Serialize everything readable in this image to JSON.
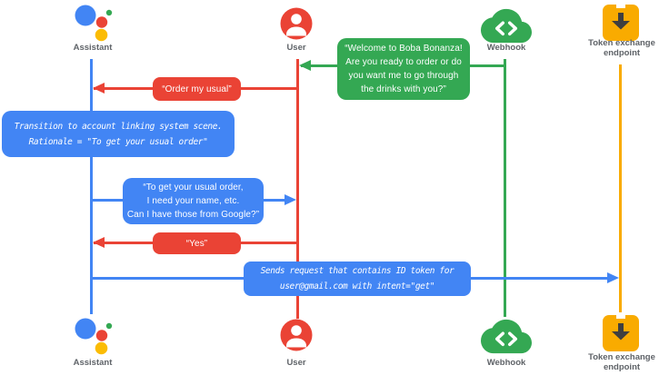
{
  "colors": {
    "blue": "#4285F4",
    "red": "#EA4335",
    "green": "#34A853",
    "yellow": "#F9AB00",
    "label_gray": "#5F6368"
  },
  "actors": {
    "assistant": {
      "label": "Assistant",
      "icon": "google-assistant-icon"
    },
    "user": {
      "label": "User",
      "icon": "user-icon"
    },
    "webhook": {
      "label": "Webhook",
      "icon": "cloud-code-icon"
    },
    "token": {
      "label_line1": "Token exchange",
      "label_line2": "endpoint",
      "icon": "token-endpoint-icon"
    }
  },
  "messages": {
    "welcome": {
      "from": "webhook",
      "to": "user",
      "color": "green",
      "lines": [
        "“Welcome to Boba Bonanza!",
        "Are you ready to order or do",
        "you want me to go through",
        "the drinks with you?”"
      ]
    },
    "order_usual": {
      "from": "user",
      "to": "assistant",
      "color": "red",
      "lines": [
        "“Order my usual”"
      ]
    },
    "transition_note": {
      "type": "note",
      "color": "blue",
      "lines": [
        "Transition to account linking system scene.",
        "Rationale = \"To get your usual order\""
      ]
    },
    "ask_details": {
      "from": "assistant",
      "to": "user",
      "color": "blue",
      "lines": [
        "“To get your usual order,",
        "I need your name, etc.",
        "Can I have those from Google?”"
      ]
    },
    "yes_reply": {
      "from": "user",
      "to": "assistant",
      "color": "red",
      "lines": [
        "“Yes”"
      ]
    },
    "send_request": {
      "from": "assistant",
      "to": "token",
      "color": "blue",
      "lines": [
        "Sends request that contains ID token for",
        "user@gmail.com with intent=\"get\""
      ]
    }
  }
}
